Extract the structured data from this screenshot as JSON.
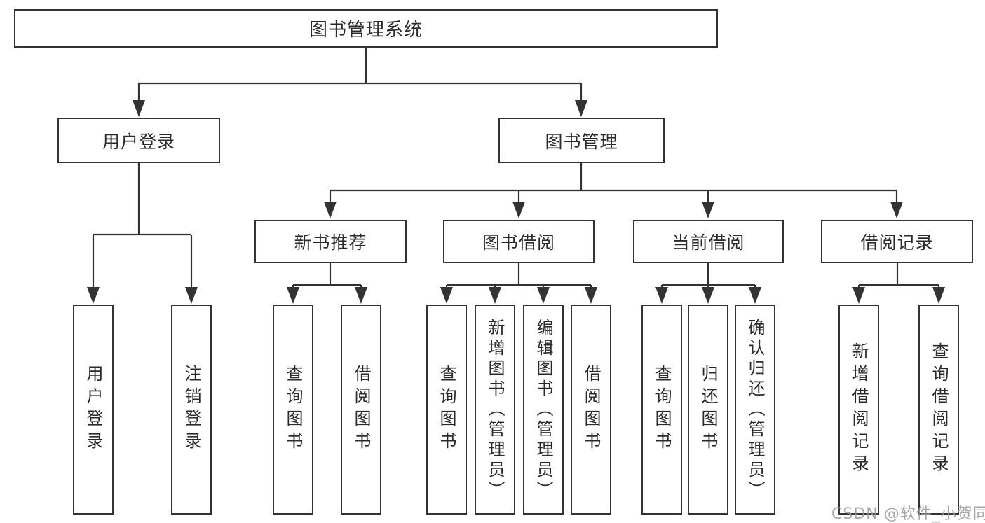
{
  "tree": {
    "root": {
      "label": "图书管理系统",
      "children": [
        {
          "label": "用户登录",
          "children": [
            {
              "label": "用户登录"
            },
            {
              "label": "注销登录"
            }
          ]
        },
        {
          "label": "图书管理",
          "children": [
            {
              "label": "新书推荐",
              "children": [
                {
                  "label": "查询图书"
                },
                {
                  "label": "借阅图书"
                }
              ]
            },
            {
              "label": "图书借阅",
              "children": [
                {
                  "label": "查询图书"
                },
                {
                  "label": "新增图书（管理员）"
                },
                {
                  "label": "编辑图书（管理员）"
                },
                {
                  "label": "借阅图书"
                }
              ]
            },
            {
              "label": "当前借阅",
              "children": [
                {
                  "label": "查询图书"
                },
                {
                  "label": "归还图书"
                },
                {
                  "label": "确认归还（管理员）"
                }
              ]
            },
            {
              "label": "借阅记录",
              "children": [
                {
                  "label": "新增借阅记录"
                },
                {
                  "label": "查询借阅记录"
                }
              ]
            }
          ]
        }
      ]
    }
  },
  "watermark": "CSDN @软件_小贺同学",
  "colors": {
    "line": "#333333",
    "text": "#2b2b2b",
    "background": "#ffffff",
    "watermark": "#9a9a9a"
  }
}
